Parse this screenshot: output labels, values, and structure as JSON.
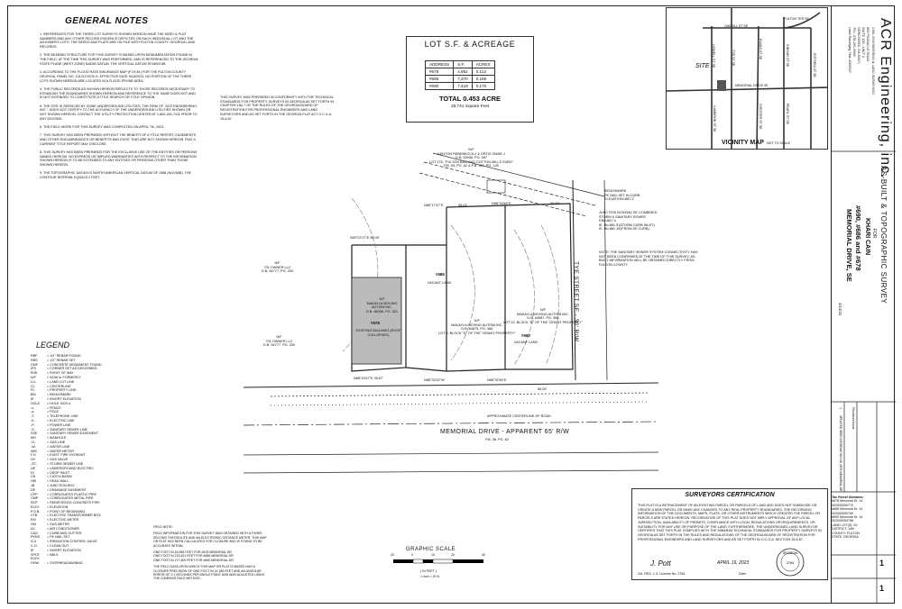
{
  "general_notes": {
    "title": "GENERAL NOTES",
    "notes": [
      "1. REFERENCES FOR THE THREE LOT SURVEYS SHOWN HEREON HAVE THE DEED & PLAT NUMBERS AND ANY OTHER RECORD EVIDENCE DEPICTED ON EACH INDIVIDUAL LOT AND THE ADJOINER'S LOTS. THE DEEDS AND PLATS ARE ON FILE WITH FULTON COUNTY, GEORGIA LAND RECORDS.",
      "2. THE BEARING STRUCTURE FOR THIS SURVEY IS BASED UPON MONUMENTATION FOUND IN THE FIELD, AT THE TIME THIS SURVEY WAS PERFORMED, AND IS REFERENCED TO THE GEORGIA STATE PLANE (WEST ZONE) NAD83 DATUM. THE VERTICAL DATUM IS NAVD 88.",
      "3. ACCORDING TO THE FLOOD RATE INSURANCE MAP (F.I.R.M.) FOR THE FULTON COUNTY GEORGIA, PANEL NO. 13121C0376-G, EFFECTIVE DATE 9/18/2013, NO PORTION OF THE THREE LOTS SHOWN HEREON ARE LOCATED IN A FLOOD PRONE AREA.",
      "4. THE PUBLIC RECORDS AS SHOWN HEREON REFLECTS TO THOSE RECORDS NECESSARY TO ESTABLISH THE BOUNDARIES SHOWN HEREON AND REFERENCE TO THE SAME DOES NOT AND IS NOT INTENDED TO CONSTITUTE A TITLE SEARCH OR TITLE OPINION.",
      "5. THE SITE IS SERVICED BY SOME UNDERGROUND UTILITIES, THE FIRM OF \"ACR ENGINEERING, INC.\", DOES NOT CERTIFY TO THE ACCURACY OF THE UNDERGROUND UTILITIES SHOWN OR NOT SHOWN HEREON. CONTACT THE UTILITY PROTECTION CENTER AT 1-800-282-7411 PRIOR TO ANY DIGGING.",
      "6. THE FIELD WORK FOR THIS SURVEY WAS COMPLETED ON APRIL 7th, 2023.",
      "7. THIS SURVEY HAS BEEN PREPARED WITHOUT THE BENEFIT OF A TITLE REPORT, EASEMENTS AND OTHER ENCUMBRANCES OR BENEFITS MAY EXIST THAT ARE NOT SHOWN HEREON THAT A CURRENT TITLE REPORT MAY DISCLOSE.",
      "8. THIS SURVEY HAS BEEN PREPARED FOR THE EXCLUSIVE USE OF THE ENTITIES OR PERSONS NAMED HEREON. NO EXPRESS OR IMPLIED WARRANTIES WITH RESPECT TO THE INFORMATION SHOWN HEREON IS TO BE EXTENDED TO ANY ENTITIES OR PERSONS OTHER THAN THOSE SHOWN HEREON.",
      "9. THE TOPOGRAPHIC DATUM IS NORTH AMERICAN VERTICAL DATUM OF 1988 (NGVD88). THE CONTOUR INTERVAL EQUALS 2 FEET."
    ]
  },
  "conformity": "THIS SURVEY WAS PREPARED IN CONFORMITY WITH THE TECHNICAL STANDARDS FOR PROPERTY SURVEYS IN GEORGIA AS SET FORTH IN CHAPTER 180-7 OF THE RULES OF THE GEORGIA BOARD OF REGISTRATION FOR PROFESSIONAL ENGINEERS AND LAND SURVEYORS AND AS SET FORTH IN THE GEORGIA PLAT ACT O.C.G.A. 15-6-67.",
  "lot_table": {
    "title": "LOT S.F. & ACREAGE",
    "headers": [
      "ADDRESS",
      "S.F.",
      "ACRES"
    ],
    "rows": [
      [
        "#678",
        "4,952",
        "0.113"
      ],
      [
        "#686",
        "7,370",
        "0.169"
      ],
      [
        "#690",
        "7,419",
        "0.170"
      ]
    ],
    "total": "TOTAL 0.453 ACRE",
    "total_sqft": "19,741 Square Feet"
  },
  "vicinity": {
    "title": "VICINITY MAP",
    "not_to_scale": "NOT TO SCALE",
    "site": "SITE",
    "streets": [
      "OAKVILL ST SE",
      "FULTON TER SE",
      "MEMORIAL DRIVE SE",
      "TYE ST SE",
      "EVANS ST SE",
      "CAMERON ST SE",
      "ESTORIA ST SE",
      "HOWELL ST SE",
      "CHESTER ST SE",
      "PEARL ST SE",
      "GIBSON ST SE"
    ]
  },
  "title_block": {
    "company": "ACR Engineering, inc.",
    "company_sub": "CIVIL ENGINEERING & LAND SURVEYING",
    "address_lines": [
      "600 PINNACLE ROAD",
      "SUITE 100 - UNIT 4",
      "NORCROSS, GA 30071",
      "TEL: 678-291-9550",
      "Land Surveying Firm #000927"
    ],
    "survey_type": "AS-BUILT & TOPOGRAPHIC SURVEY",
    "for": "FOR",
    "client": "KHARI CAIN",
    "lots": "#690, #686 and #678",
    "street": "MEMORIAL DRIVE, SE",
    "date": "4/14/23",
    "revision_title": "Revision/Issue",
    "revision_no": "1",
    "revision_desc": "UPDATED SEED INFORMATION ON #678 MEMORIAL DR",
    "sheet": "1",
    "sheet_of": "1"
  },
  "plan": {
    "road": "MEMORIAL DRIVE - APPARENT 65' R/W",
    "road_sub": "P.B. 38, PG. 62",
    "tye_street": "TYE STREET SE - 30' R/W",
    "centerline": "APPROXIMATE CENTERLINE OF ROAD",
    "vacant": "VACANT LAND",
    "addr_678": "#678",
    "addr_686": "#686",
    "addr_690": "#690",
    "owner_top": "N/F\nKENTON REBEBECCA J & ORTIZ OMAR J\nD.B. 53936, PG. 067\nLOT 176, \"FULTON BAG AND COTTON MILLS SUBD\"\nP.B. 59, PG. 62 & P.B. 367, PG. 149",
    "owner_west": "N/F\n701 OWNER LLC\nD.B. 54777, PG. 200",
    "owner_west2": "N/F\n701 OWNER LLC\nD.B. 54777, PG. 200",
    "owner_678": "N/F\nMAKAYLA MOVING\nAUTISM INC.\nD.B. 66056, PG. 521",
    "owner_690": "N/F\nMAKAYLA MOVING AUTISM INC.\nD.B. 64587, PG. 366\nLOT 10, BLOCK \"D\" OF THE \"GRANT PROPERTY\"",
    "owner_686": "N/F\nMAKAYLA MOVING AUTISM INC.\nD.B. 64875, PG. 366\nLOT 9, BLOCK \"D\" OF THE \"GRANT PROPERTY\"",
    "building": "EXISTING BUILDING (ROOF COLLAPSED)",
    "bearing_top1": "N88°17'47\"E",
    "bearing_top2": "55.01'",
    "bearing_top3": "N88°34'48\"E",
    "bearing_top4": "56.00'",
    "bearing_bot1": "N88°43'47\"E 49.67'",
    "bearing_bot2": "N88°34'32\"W",
    "bearing_bot3": "N88°32'46\"E",
    "bearing_bot4": "56.00'",
    "bearing_west": "S89°23'17\"E 50.09'",
    "benchmark": "BENCHMARK\nPK NAIL SET IN CURB\nELEVATION=887.2'",
    "junction": "JUNCTION BOX/NAV SE COMBINED\nSTORM & SANITARY SEWER\nRIM=867.4\nIE. IN=861.5'(STORM CURB INLET)\nIE. IN=861.15'(FROM SE CURB)",
    "sanitary_note": "NOTE: THE SANITARY SEWER SYSTEM CONNECTIVITY HAS NOT BEEN CONFIRMED AT THE TIME OF THIS SURVEY. AS-BUILT INFORMATION WILL BE OBTAINED DIRECTLY FROM FULTON COUNTY",
    "graphic_scale": "GRAPHIC SCALE",
    "scale_unit": "( IN FEET )",
    "scale_ratio": "1 inch = 20 ft.",
    "scale_ticks": [
      "20",
      "0",
      "10",
      "20",
      "40"
    ]
  },
  "field_notes": {
    "title": "FIELD NOTE:",
    "paras": [
      "FIELD INFORMATION FOR THIS SURVEY WAS OBTAINED WITH A THREE SECOND THEODOLITE AND AN ELECTRONIC DISTANCE METER. THIS MAP OR PLAT HAS BEEN CALCULATED FOR CLOSURE AND IS FOUND TO BE ACCURATE WITHIN:",
      "ONE FOOT IN 63,983 FEET FOR #678 MEMORIAL DR\nONE FOOT IN 215,521 FEET FOR #686 MEMORIAL DR\nONE FOOT IN 277,600 FEET FOR #690 MEMORIAL DR",
      "THE FIELD DATA UPON WHICH THIS MAP OR PLAT IS BASED HAS A CLOSURE PRECISION OF ONE FOOT IN 14,186 FEET AND AN ANGULAR ERROR OF 2.1 SECONDS PER ANGLE POINT AND WAS ADJUSTED USING THE COMPASS RULE METHOD."
    ]
  },
  "legend": {
    "title": "LEGEND",
    "items": [
      [
        "RBF",
        "1/2\" REBAR FOUND"
      ],
      [
        "RBS",
        "1/2\" REBAR SET"
      ],
      [
        "CMF",
        "CONCRETE MONUMENT FOUND"
      ],
      [
        "IPS",
        "CORNER SET AS DESCRIBED"
      ],
      [
        "R/W",
        "RIGHT OF WAY"
      ],
      [
        "N/F",
        "NOW or FORMERLY"
      ],
      [
        "LLL",
        "LAND LOT LINE"
      ],
      [
        "CL",
        "CENTERLINE"
      ],
      [
        "PL",
        "PROPERTY LINE"
      ],
      [
        "BM",
        "BENCHMARK"
      ],
      [
        "IE",
        "INVERT ELEVATION"
      ],
      [
        "HOLE",
        "HOLE, BOX #"
      ],
      [
        "-x-",
        "FENCE"
      ],
      [
        "-o-",
        "POLE"
      ],
      [
        "-T-",
        "TELEPHONE LINE"
      ],
      [
        "-E-",
        "ELECTRIC LINE"
      ],
      [
        "-P-",
        "POWER LINE"
      ],
      [
        "-S-",
        "SANITARY SEWER LINE"
      ],
      [
        "SSE",
        "SANITARY SEWER EASEMENT"
      ],
      [
        "MH",
        "MANHOLE"
      ],
      [
        "-G-",
        "GAS LINE"
      ],
      [
        "-W-",
        "WATER LINE"
      ],
      [
        "WM",
        "WATER METER"
      ],
      [
        "F.H.",
        "EXIST. FIRE HYDRANT"
      ],
      [
        "GV",
        "GAS VALVE"
      ],
      [
        "-ST-",
        "STORM SEWER LINE"
      ],
      [
        "UE",
        "UNDERGROUND ELECTRIC"
      ],
      [
        "DI",
        "DROP INLET"
      ],
      [
        "CB",
        "CATCH BASIN"
      ],
      [
        "HW",
        "HEAD WALL"
      ],
      [
        "JB",
        "JUNCTION BOX"
      ],
      [
        "DE",
        "DRAINAGE EASEMENT"
      ],
      [
        "CPP",
        "CORRUGATED PLASTIC PIPE"
      ],
      [
        "CMP",
        "CORRUGATED METAL PIPE"
      ],
      [
        "RCP",
        "REINFORCED CONCRETE PIPE"
      ],
      [
        "ELEV",
        "ELEVATION"
      ],
      [
        "P.O.B.",
        "POINT OF BEGINNING"
      ],
      [
        "CTB",
        "ELECTRIC TRANSFORMER BOX"
      ],
      [
        "EM",
        "ELECTRIC METER"
      ],
      [
        "GM",
        "GAS METER"
      ],
      [
        "AC",
        "AIR CONDITIONER"
      ],
      [
        "C&G",
        "CURB AND GUTTER"
      ],
      [
        "PKNS",
        "PK NAIL SET"
      ],
      [
        "ICV",
        "IRRIGATION CONTROL VALVE"
      ],
      [
        "C.O.",
        "CLEAN OUT"
      ],
      [
        "IE",
        "INVERT ELEVATION"
      ],
      [
        "SPOT ELEV.",
        "= 986.5"
      ],
      [
        "OHW",
        "OVERHEAD/AWNING"
      ]
    ]
  },
  "certification": {
    "title": "SURVEYORS CERTIFICATION",
    "text": "THIS PLAT IS A RETRACEMENT OF AN EXISTING PARCEL OR PARCELS OF LAND AND DOES NOT SUBDIVIDE OR CREATE A NEW PARCEL OR MAKE ANY CHANGES TO ANY REAL PROPERTY BOUNDARIES. THE RECORDING INFORMATION OF THE DOCUMENTS, MAPS, PLATS, OR OTHER INSTRUMENTS WHICH CREATED THE PARCEL OR PARCELS ARE STATED HEREON. RECORDATION OF THIS PLAT DOES NOT IMPLY APPROVAL OF ANY LOCAL JURISDICTION, AVAILABILITY OF PERMITS, COMPLIANCE WITH LOCAL REGULATIONS OR REQUIREMENTS, OR SUITABILITY FOR ANY USE OR PURPOSE OF THE LAND. FURTHERMORE, THE UNDERSIGNED LAND SURVEYOR CERTIFIES THAT THIS PLAT COMPLIES WITH THE MINIMUM TECHNICAL STANDARDS FOR PROPERTY SURVEYS IN GEORGIA AS SET FORTH IN THE RULES AND REGULATIONS OF THE GEORGIA BOARD OF REGISTRATION FOR PROFESSIONAL ENGINEERS AND LAND SURVEYORS AND AS SET FORTH IN O.C.G.A. SECTION 15-6-67.",
    "reg": "GA. REG. L.S. License No. 2764",
    "date_label": "Date:",
    "sign_date": "APRIL 19, 2023"
  },
  "tax_parcel": {
    "title": "Tax Parcel Numbers:",
    "lines": [
      "#678 Memorial Dr. 14 002000050770",
      "#686 Memorial Dr. 14 002000050769",
      "#690 Memorial Dr. 14 002000050768"
    ],
    "info": [
      "LAND LOT(S): 20",
      "DISTRICT: 14th",
      "COUNTY: FULTON",
      "STATE: GEORGIA"
    ]
  }
}
